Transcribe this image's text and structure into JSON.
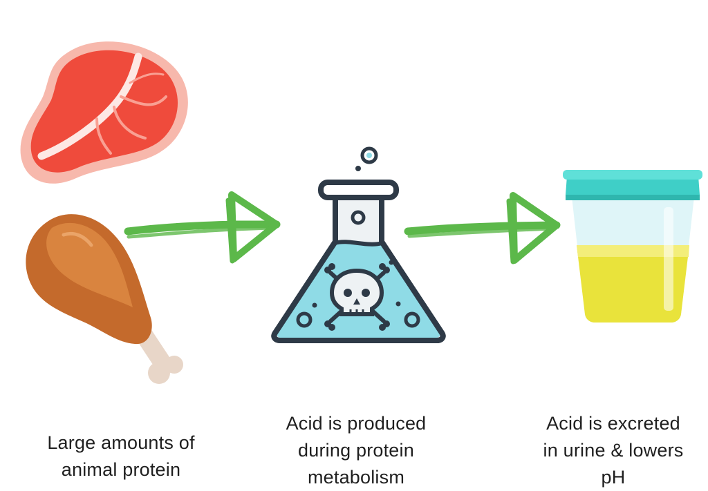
{
  "steps": [
    {
      "icon": "meat-icon",
      "caption_lines": [
        "Large amounts of",
        "animal protein"
      ]
    },
    {
      "icon": "flask-skull-icon",
      "caption_lines": [
        "Acid is produced",
        "during protein",
        "metabolism"
      ]
    },
    {
      "icon": "urine-cup-icon",
      "caption_lines": [
        "Acid is excreted",
        "in urine & lowers",
        "pH"
      ]
    }
  ],
  "colors": {
    "arrow": "#5cb84a",
    "steak": "#ef4b3c",
    "drumstick": "#c46a2c",
    "flask_liquid": "#8fdbe6",
    "flask_outline": "#2e3a47",
    "cup_lid": "#3fcfc7",
    "urine": "#e9e33b"
  }
}
